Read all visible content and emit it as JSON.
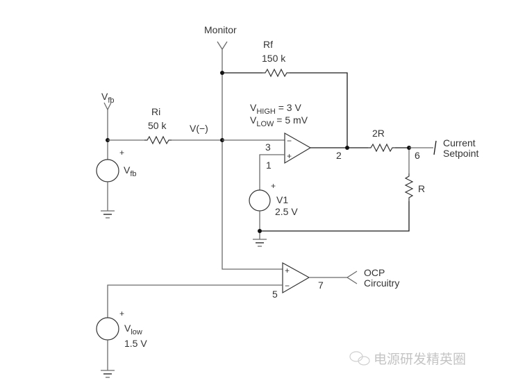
{
  "title": "Current limit / OCP comparator schematic",
  "labels": {
    "monitor": "Monitor",
    "rf_name": "Rf",
    "rf_value": "150 k",
    "ri_name": "Ri",
    "ri_value": "50 k",
    "vminus": "V(−)",
    "vfb_top_main": "V",
    "vfb_top_sub": "fb",
    "vfb_src_main": "V",
    "vfb_src_sub": "fb",
    "vhigh_main": "V",
    "vhigh_sub": "HIGH",
    "vhigh_val": " = 3 V",
    "vlow_main": "V",
    "vlow_sub": "LOW",
    "vlow_val": " = 5 mV",
    "r2_name": "2R",
    "r_name": "R",
    "current_setpoint_1": "Current",
    "current_setpoint_2": "Setpoint",
    "v1_name": "V1",
    "v1_value": "2.5 V",
    "ocp_1": "OCP",
    "ocp_2": "Circuitry",
    "vlowsrc_main": "V",
    "vlowsrc_sub": "low",
    "vlowsrc_value": "1.5 V",
    "plus": "+",
    "minus": "−"
  },
  "pins": {
    "p1": "1",
    "p2_top": "2",
    "p3": "3",
    "p5": "5",
    "p6": "6",
    "p7": "7"
  },
  "watermark": "电源研发精英圈",
  "colors": {
    "wire": "#6b6b6b",
    "node": "#111111",
    "text": "#333333",
    "watermark": "#c4c4c4"
  }
}
